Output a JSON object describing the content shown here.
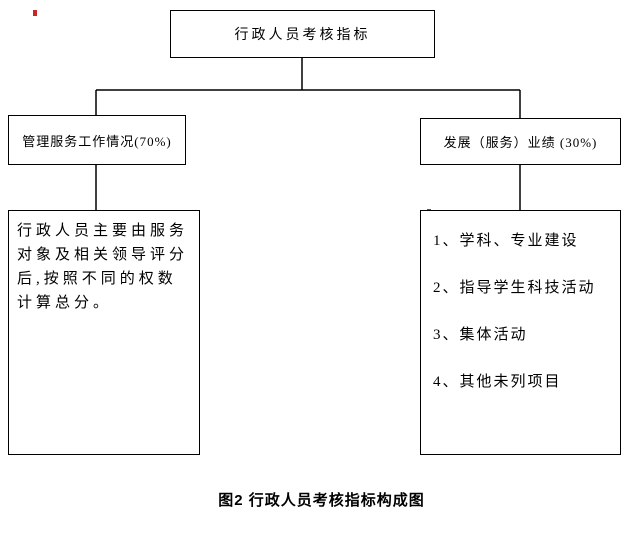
{
  "diagram": {
    "root_label": "行政人员考核指标",
    "left_branch_label": "管理服务工作情况(70%)",
    "right_branch_label": "发展（服务）业绩 (30%)",
    "left_detail_text": "行政人员主要由服务对象及相关领导评分后,按照不同的权数计算总分。",
    "right_detail_items": [
      "1、学科、专业建设",
      "2、指导学生科技活动",
      "3、集体活动",
      "4、其他未列项目"
    ],
    "caption": "图2  行政人员考核指标构成图"
  }
}
